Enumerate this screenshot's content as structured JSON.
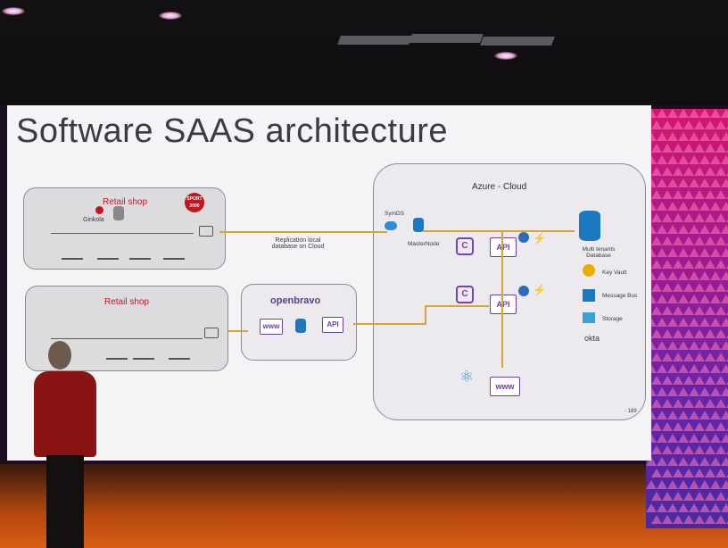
{
  "slide": {
    "title": "Software SAAS architecture",
    "page_number": "- 189",
    "retail_top": {
      "title": "Retail shop",
      "ginkola": "Ginkola",
      "sport_logo_line1": "SPORT",
      "sport_logo_line2": "2000"
    },
    "retail_bottom": {
      "title": "Retail shop"
    },
    "replication_label": "Replication local database on Cloud",
    "openbravo": {
      "logo": "openbravo",
      "www": "www",
      "api": "API"
    },
    "cloud": {
      "title": "Azure - Cloud",
      "symds": "SymDS",
      "masternode": "MasterNode",
      "api": "API",
      "www": "www",
      "multi_tenants": "Multi tenants Database",
      "key_vault": "Key Vault",
      "message_bus": "Message Bus",
      "storage": "Storage",
      "okta": "okta"
    }
  },
  "colors": {
    "accent_red": "#c01830",
    "connector": "#d9a437",
    "purple": "#6b3fa0",
    "azure_blue": "#1c79c0"
  }
}
